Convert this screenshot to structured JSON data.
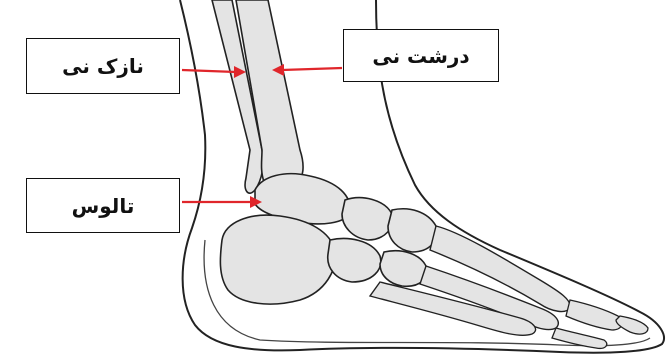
{
  "labels": {
    "fibula": "نازک نی",
    "tibia": "درشت نی",
    "talus": "تالوس"
  },
  "colors": {
    "arrow": "#e0262b",
    "bone_fill": "#e4e4e4",
    "outline": "#222222",
    "background": "#ffffff"
  }
}
